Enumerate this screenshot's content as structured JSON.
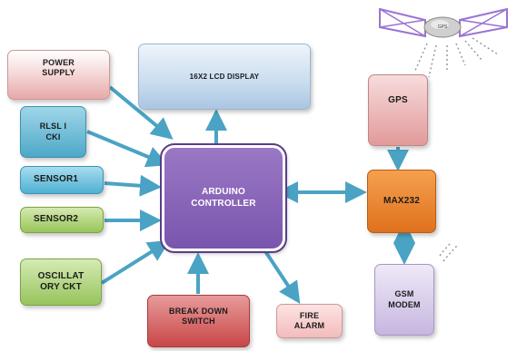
{
  "blocks": {
    "power_supply": "POWER\nSUPPLY",
    "lcd_display": "16X2 LCD DISPLAY",
    "rtc": "RLSL I\nCKI",
    "sensor1": "SENSOR1",
    "sensor2": "SENSOR2",
    "oscillatory": "OSCILLAT\nORY CKT",
    "arduino": "ARDUINO\nCONTROLLER",
    "break_down": "BREAK DOWN\nSWITCH",
    "fire_alarm": "FIRE\nALARM",
    "gps": "GPS",
    "max232": "MAX232",
    "gsm_modem": "GSM\nMODEM"
  },
  "satellite": {
    "label": "GPS"
  },
  "colors": {
    "arrow": "#4aa3c4",
    "controller": "#7a55ae",
    "max232": "#e0711d"
  }
}
